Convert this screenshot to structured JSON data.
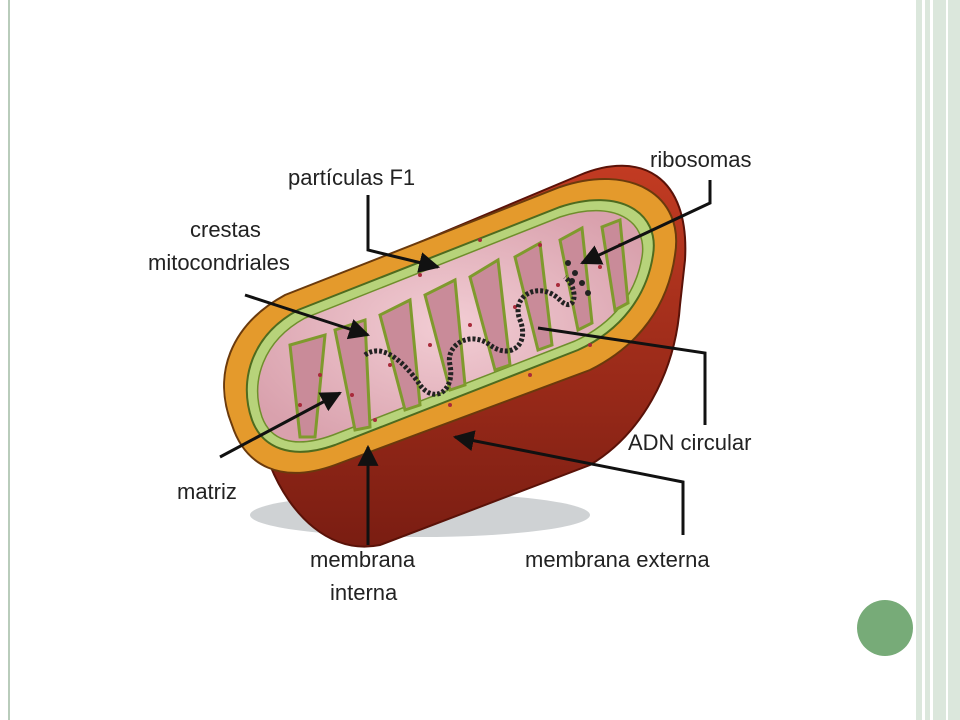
{
  "slide": {
    "accent_color": "#77ab78",
    "frame_color": "#dbe7dc"
  },
  "diagram": {
    "labels": {
      "particulas": "partículas F1",
      "ribosomas": "ribosomas",
      "crestas_line1": "crestas",
      "crestas_line2": "mitocondriales",
      "adn": "ADN circular",
      "matriz": "matriz",
      "membrana_interna_line1": "membrana",
      "membrana_interna_line2": "interna",
      "membrana_externa": "membrana externa"
    }
  }
}
